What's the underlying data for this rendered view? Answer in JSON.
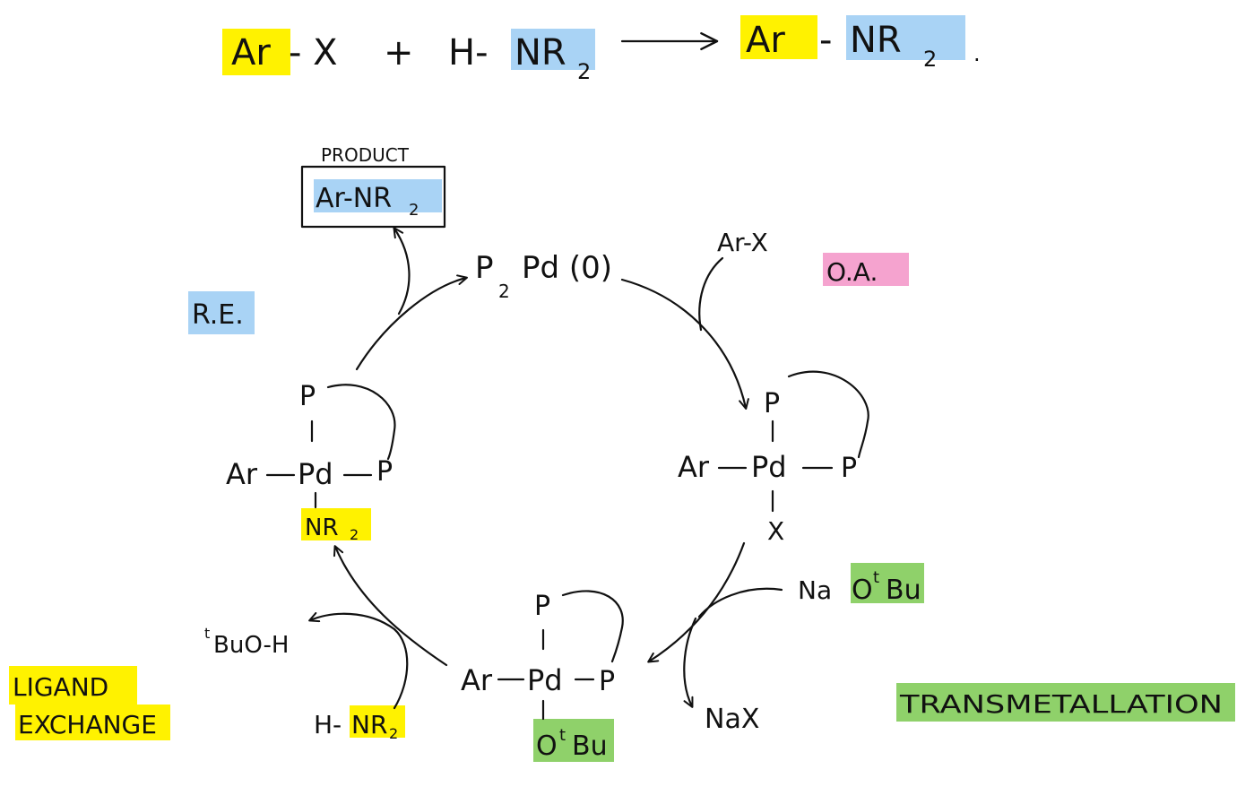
{
  "colors": {
    "yellow": "#fff200",
    "blue": "#a9d3f5",
    "pink": "#f5a3cf",
    "green": "#8fd16a"
  },
  "equation": {
    "aryl_halide": "Ar",
    "halide_dash": "- X",
    "plus": "+",
    "amine_h": "H-",
    "amine_nr2": "NR",
    "amine_sub": "2",
    "product_ar": "Ar",
    "product_dash": "-",
    "product_nr2": "NR",
    "product_sub": "2",
    "period": "."
  },
  "product_box": {
    "heading": "PRODUCT",
    "formula": "Ar-NR",
    "sub": "2"
  },
  "catalyst": {
    "p": "P",
    "p_sub": "2",
    "rest": "Pd (0)"
  },
  "steps": {
    "reductive_elimination": "R.E.",
    "oxidative_addition": "O.A.",
    "ligand_exchange_1": "LIGAND",
    "ligand_exchange_2": "EXCHANGE",
    "transmetallation": "TRANSMETALLATION"
  },
  "reagents": {
    "aryl_halide_in": "Ar-X",
    "base": "Na",
    "base_o": "O",
    "base_sup": "t",
    "base_bu": "Bu",
    "salt_out": "NaX",
    "tbuoh_sup": "t",
    "tbuoh": "BuO-H",
    "amine_in_h": "H-",
    "amine_in_nr2": "NR",
    "amine_in_sub": "2"
  },
  "complexes": {
    "right": {
      "p_top": "P",
      "ar": "Ar",
      "pd": "Pd",
      "p_right": "P",
      "x": "X"
    },
    "bottom": {
      "p_top": "P",
      "ar": "Ar",
      "pd": "Pd",
      "p_right": "P",
      "o": "O",
      "sup": "t",
      "bu": "Bu"
    },
    "left": {
      "p_top": "P",
      "ar": "Ar",
      "pd": "Pd",
      "p_right": "P",
      "nr2": "NR",
      "sub": "2"
    }
  }
}
